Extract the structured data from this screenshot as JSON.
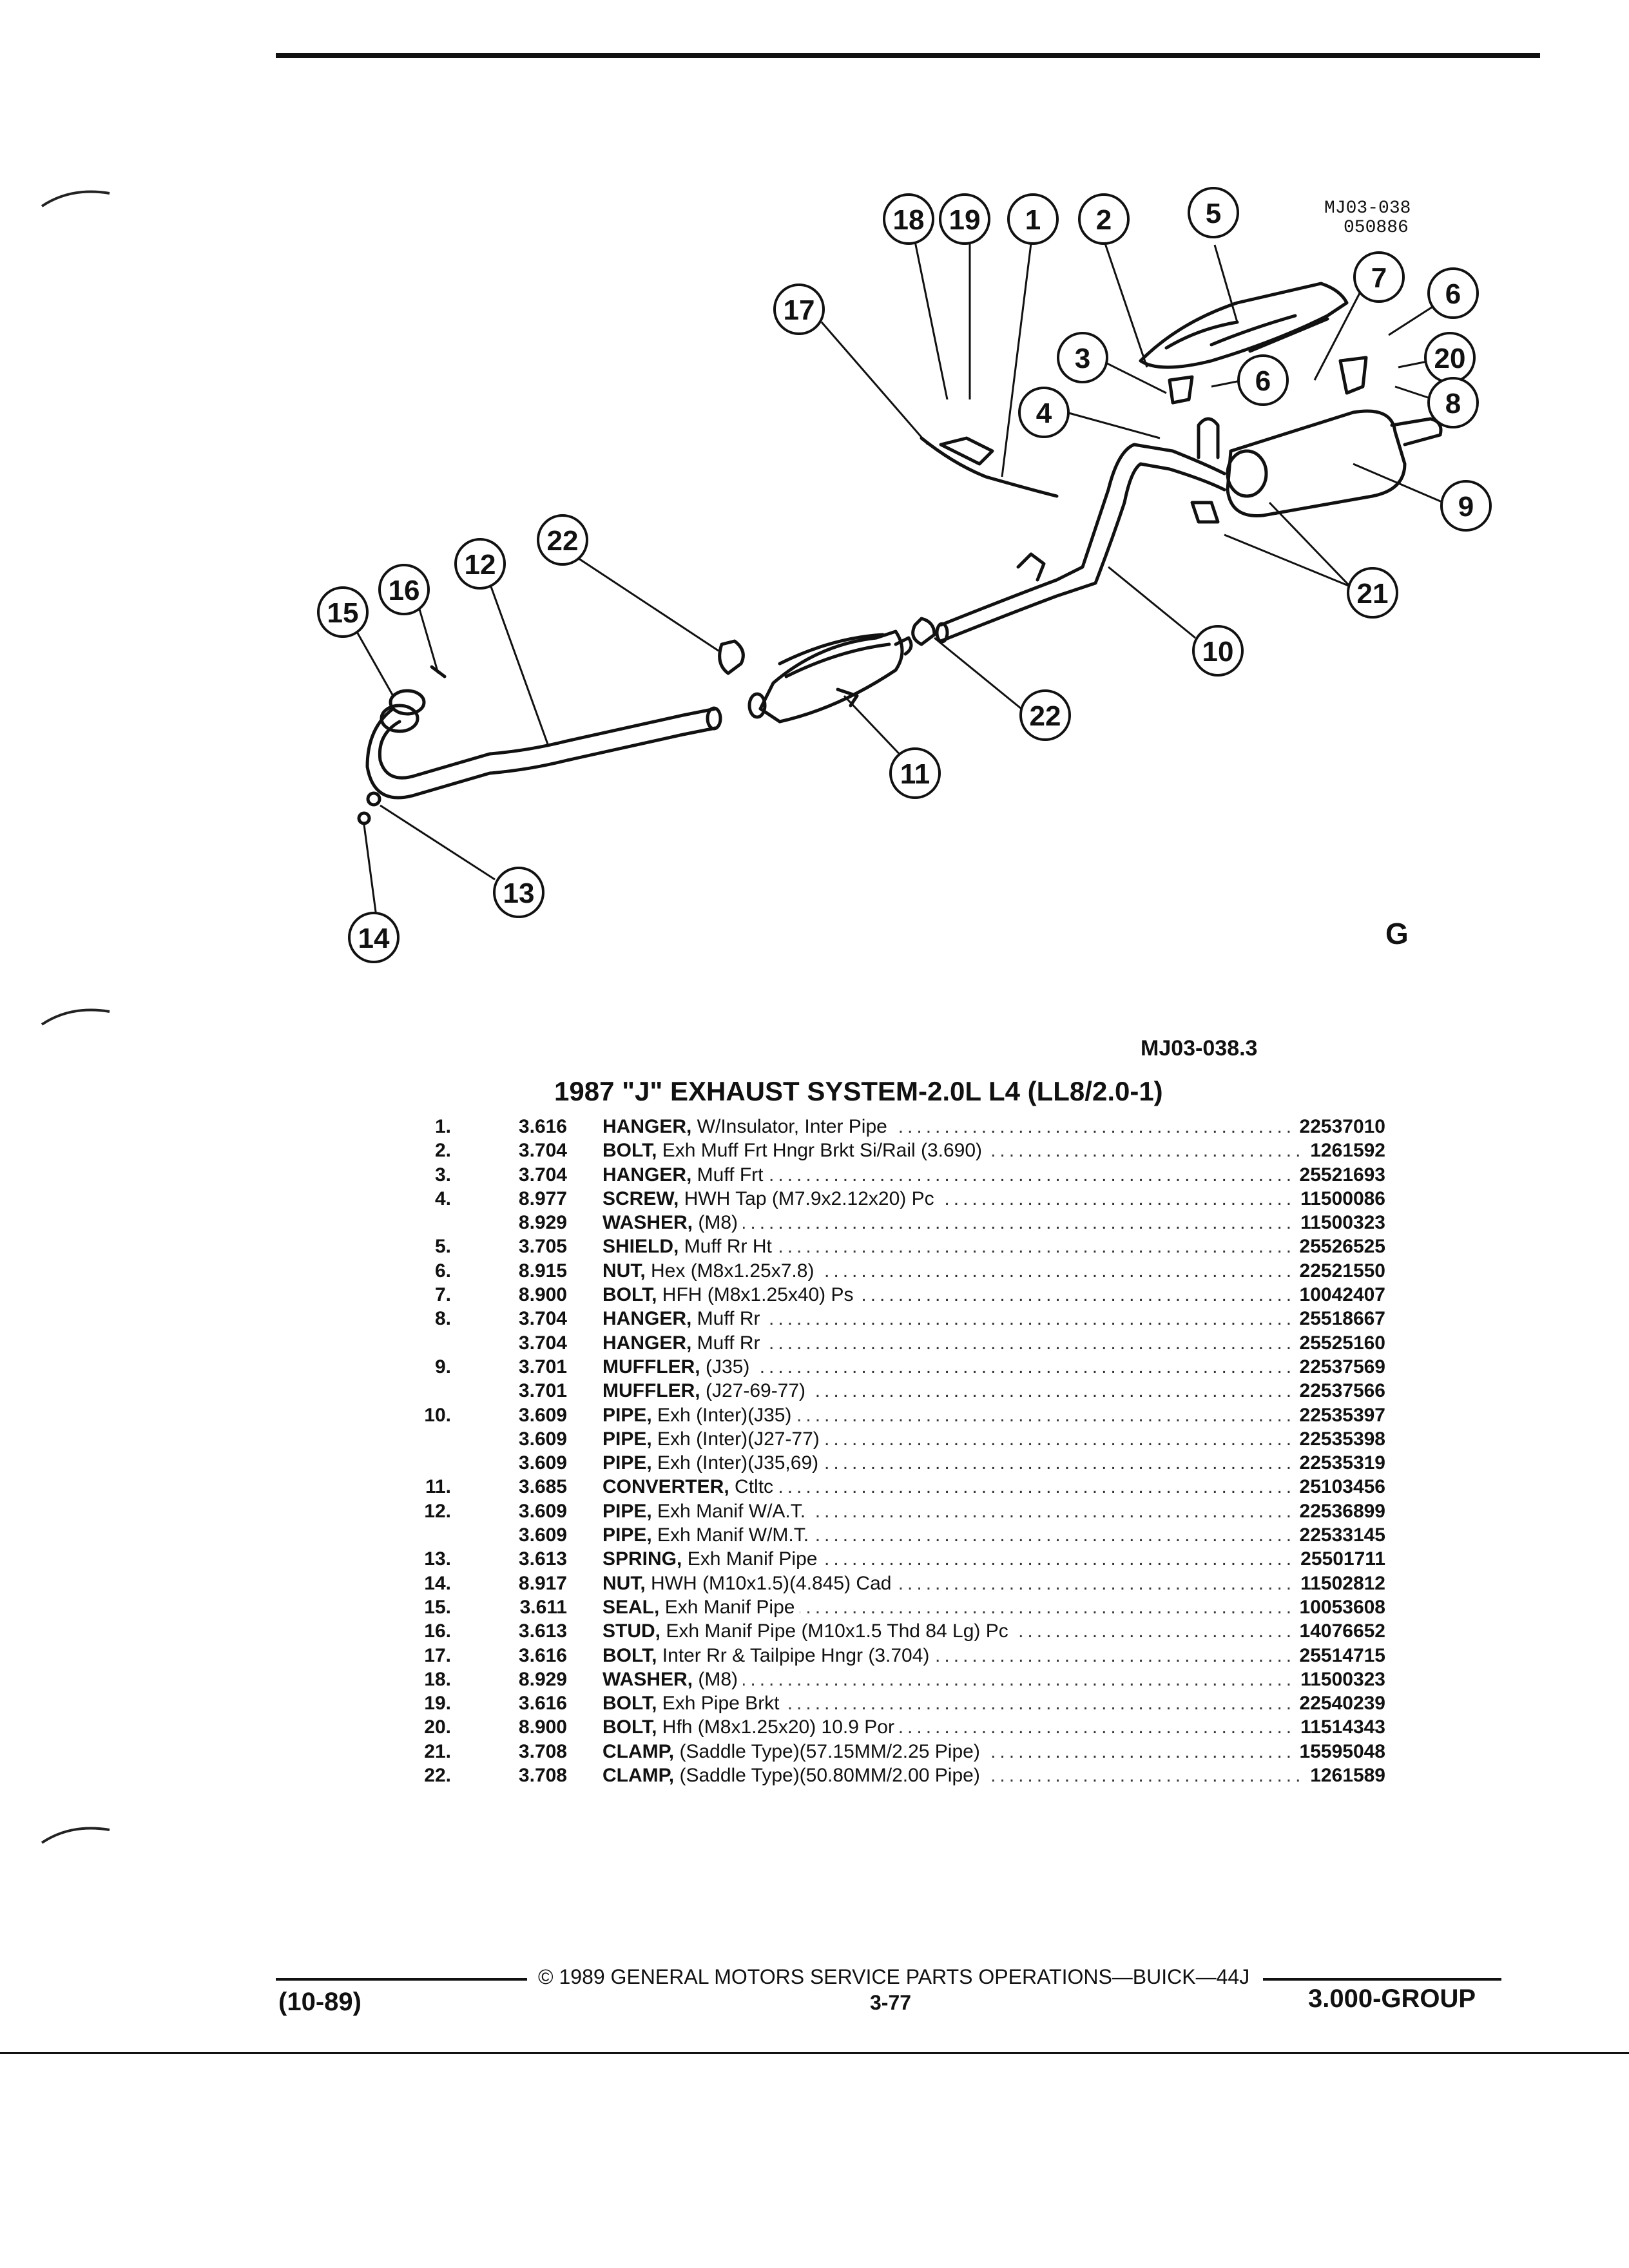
{
  "figure": {
    "ref_code": "MJ03-038",
    "ref_number": "050886",
    "callouts": [
      "1",
      "2",
      "3",
      "4",
      "5",
      "6",
      "6",
      "7",
      "8",
      "9",
      "10",
      "11",
      "12",
      "13",
      "14",
      "15",
      "16",
      "17",
      "18",
      "19",
      "20",
      "21",
      "22",
      "22"
    ],
    "logo": "G"
  },
  "figure_code": "MJ03-038.3",
  "section_title": "1987 \"J\" EXHAUST SYSTEM-2.0L L4 (LL8/2.0-1)",
  "parts": [
    {
      "item": "1.",
      "group": "3.616",
      "name": "HANGER,",
      "detail": " W/Insulator, Inter Pipe",
      "number": "22537010"
    },
    {
      "item": "2.",
      "group": "3.704",
      "name": "BOLT,",
      "detail": " Exh Muff Frt Hngr Brkt Si/Rail (3.690)",
      "number": "1261592"
    },
    {
      "item": "3.",
      "group": "3.704",
      "name": "HANGER,",
      "detail": " Muff Frt",
      "number": "25521693"
    },
    {
      "item": "4.",
      "group": "8.977",
      "name": "SCREW,",
      "detail": " HWH Tap (M7.9x2.12x20) Pc",
      "number": "11500086"
    },
    {
      "item": "",
      "group": "8.929",
      "name": "WASHER,",
      "detail": " (M8)",
      "number": "11500323"
    },
    {
      "item": "5.",
      "group": "3.705",
      "name": "SHIELD,",
      "detail": " Muff Rr Ht",
      "number": "25526525"
    },
    {
      "item": "6.",
      "group": "8.915",
      "name": "NUT,",
      "detail": " Hex (M8x1.25x7.8)",
      "number": "22521550"
    },
    {
      "item": "7.",
      "group": "8.900",
      "name": "BOLT,",
      "detail": " HFH (M8x1.25x40) Ps",
      "number": "10042407"
    },
    {
      "item": "8.",
      "group": "3.704",
      "name": "HANGER,",
      "detail": " Muff Rr",
      "number": "25518667"
    },
    {
      "item": "",
      "group": "3.704",
      "name": "HANGER,",
      "detail": " Muff Rr",
      "number": "25525160"
    },
    {
      "item": "9.",
      "group": "3.701",
      "name": "MUFFLER,",
      "detail": " (J35)",
      "number": "22537569"
    },
    {
      "item": "",
      "group": "3.701",
      "name": "MUFFLER,",
      "detail": " (J27-69-77)",
      "number": "22537566"
    },
    {
      "item": "10.",
      "group": "3.609",
      "name": "PIPE,",
      "detail": " Exh (Inter)(J35)",
      "number": "22535397"
    },
    {
      "item": "",
      "group": "3.609",
      "name": "PIPE,",
      "detail": " Exh (Inter)(J27-77)",
      "number": "22535398"
    },
    {
      "item": "",
      "group": "3.609",
      "name": "PIPE,",
      "detail": " Exh (Inter)(J35,69)",
      "number": "22535319"
    },
    {
      "item": "11.",
      "group": "3.685",
      "name": "CONVERTER,",
      "detail": " Ctltc",
      "number": "25103456"
    },
    {
      "item": "12.",
      "group": "3.609",
      "name": "PIPE,",
      "detail": " Exh Manif W/A.T.",
      "number": "22536899"
    },
    {
      "item": "",
      "group": "3.609",
      "name": "PIPE,",
      "detail": " Exh Manif W/M.T.",
      "number": "22533145"
    },
    {
      "item": "13.",
      "group": "3.613",
      "name": "SPRING,",
      "detail": " Exh Manif Pipe",
      "number": "25501711"
    },
    {
      "item": "14.",
      "group": "8.917",
      "name": "NUT,",
      "detail": " HWH (M10x1.5)(4.845) Cad",
      "number": "11502812"
    },
    {
      "item": "15.",
      "group": "3.611",
      "name": "SEAL,",
      "detail": " Exh Manif Pipe",
      "number": "10053608"
    },
    {
      "item": "16.",
      "group": "3.613",
      "name": "STUD,",
      "detail": " Exh Manif Pipe (M10x1.5 Thd 84 Lg) Pc",
      "number": "14076652"
    },
    {
      "item": "17.",
      "group": "3.616",
      "name": "BOLT,",
      "detail": " Inter Rr & Tailpipe Hngr (3.704)",
      "number": "25514715"
    },
    {
      "item": "18.",
      "group": "8.929",
      "name": "WASHER,",
      "detail": " (M8)",
      "number": "11500323"
    },
    {
      "item": "19.",
      "group": "3.616",
      "name": "BOLT,",
      "detail": " Exh Pipe Brkt",
      "number": "22540239"
    },
    {
      "item": "20.",
      "group": "8.900",
      "name": "BOLT,",
      "detail": " Hfh (M8x1.25x20) 10.9 Por",
      "number": "11514343"
    },
    {
      "item": "21.",
      "group": "3.708",
      "name": "CLAMP,",
      "detail": " (Saddle Type)(57.15MM/2.25 Pipe)",
      "number": "15595048"
    },
    {
      "item": "22.",
      "group": "3.708",
      "name": "CLAMP,",
      "detail": " (Saddle Type)(50.80MM/2.00 Pipe)",
      "number": "1261589"
    }
  ],
  "footer": {
    "copyright": "© 1989 GENERAL MOTORS SERVICE PARTS OPERATIONS—BUICK—44J",
    "date": "(10-89)",
    "page": "3-77",
    "group": "3.000-GROUP"
  }
}
